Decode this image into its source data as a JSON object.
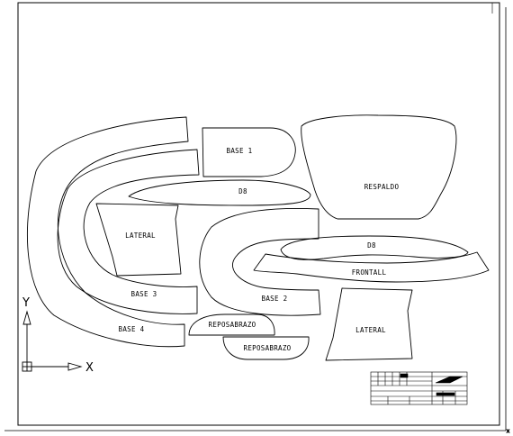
{
  "drawing": {
    "pieces": {
      "base1": "BASE 1",
      "respaldo": "RESPALDO",
      "d8_upper": "D8",
      "lateral_left": "LATERAL",
      "d8_lower": "D8",
      "frontall": "FRONTALL",
      "base3": "BASE 3",
      "base2": "BASE 2",
      "base4": "BASE 4",
      "reposabrazo_1": "REPOSABRAZO",
      "reposabrazo_2": "REPOSABRAZO",
      "lateral_right": "LATERAL"
    },
    "ucs": {
      "x_label": "X",
      "y_label": "Y"
    }
  }
}
